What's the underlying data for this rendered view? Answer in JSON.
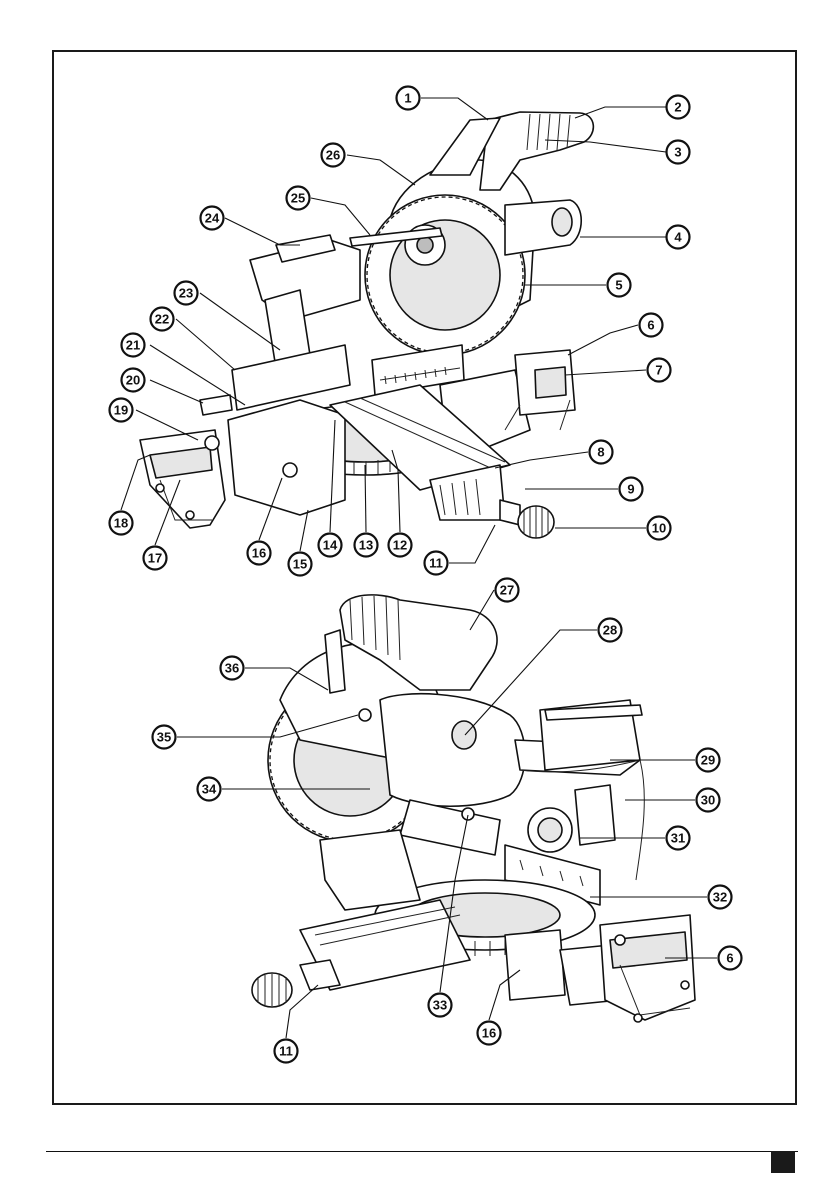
{
  "diagram": {
    "top_callouts": [
      "1",
      "2",
      "3",
      "4",
      "5",
      "6",
      "7",
      "8",
      "9",
      "10",
      "11",
      "12",
      "13",
      "14",
      "15",
      "16",
      "17",
      "18",
      "19",
      "20",
      "21",
      "22",
      "23",
      "24",
      "25",
      "26"
    ],
    "bottom_callouts": [
      "27",
      "28",
      "29",
      "30",
      "31",
      "32",
      "33",
      "16",
      "11",
      "34",
      "35",
      "36",
      "6"
    ]
  },
  "colors": {
    "line": "#111111",
    "frame": "#1a1a1a",
    "marker": "#1a1a1a"
  }
}
